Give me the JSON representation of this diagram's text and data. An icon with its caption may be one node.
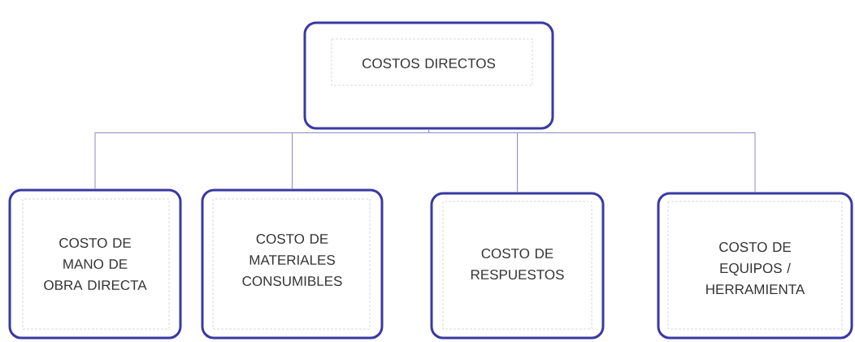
{
  "diagram": {
    "nodes": [
      {
        "text": [
          "COSTOS DIRECTOS"
        ]
      },
      {
        "text": [
          "COSTO DE MANO DE OBRA DIRECTA"
        ]
      },
      {
        "text": [
          "COSTO DE MATERIALES CONSUMIBLES"
        ]
      },
      {
        "text": [
          "COSTO DE RESPUESTOS"
        ]
      },
      {
        "text": [
          "COSTO DE EQUIPOS / HERRAMIENTA"
        ]
      }
    ],
    "edges": [
      {
        "from": 0,
        "to": 1,
        "arrow": "none"
      },
      {
        "from": 0,
        "to": 2,
        "arrow": "none"
      },
      {
        "from": 0,
        "to": 3,
        "arrow": "none"
      },
      {
        "from": 0,
        "to": 4,
        "arrow": "none"
      }
    ]
  }
}
